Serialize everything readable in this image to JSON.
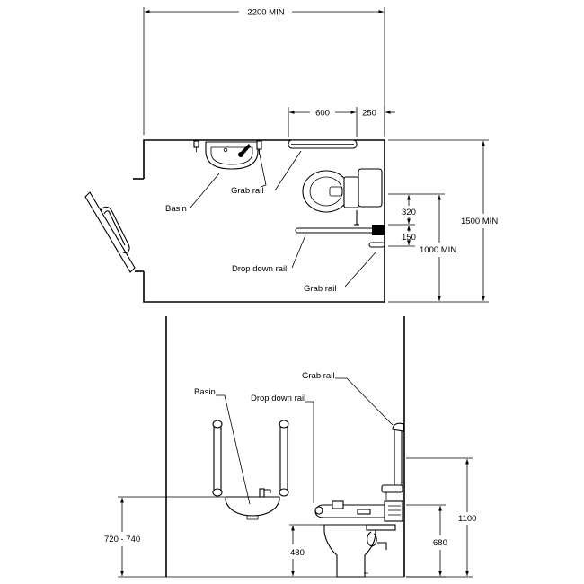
{
  "plan": {
    "dimensions": {
      "overall_width": "2200 MIN",
      "rail_length": "600",
      "rail_offset": "250",
      "room_depth": "1500 MIN",
      "wc_centre": "1000 MIN",
      "rail_gap_upper": "320",
      "rail_gap_lower": "150"
    },
    "labels": {
      "basin": "Basin",
      "grab_rail_top": "Grab rail",
      "drop_down_rail": "Drop down rail",
      "grab_rail_wall": "Grab rail"
    }
  },
  "elevation": {
    "dimensions": {
      "basin_height": "720 - 740",
      "seat_height": "480",
      "rail_height": "680",
      "grab_rail_height": "1100"
    },
    "labels": {
      "basin": "Basin",
      "drop_down_rail": "Drop down rail",
      "grab_rail": "Grab rail"
    }
  }
}
